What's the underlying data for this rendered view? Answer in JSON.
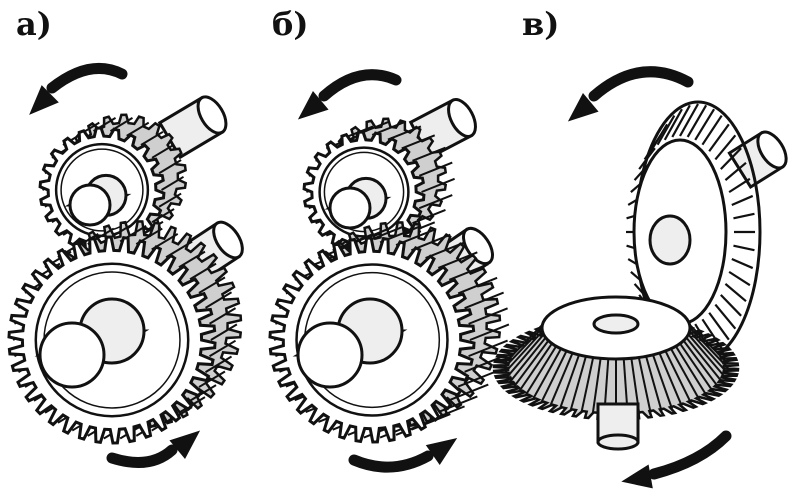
{
  "figure": {
    "panels": [
      {
        "id": "a",
        "label": "а)",
        "kind": "spur-gear-pair-external"
      },
      {
        "id": "b",
        "label": "б)",
        "kind": "helical-gear-pair"
      },
      {
        "id": "c",
        "label": "в)",
        "kind": "bevel-gear-pair"
      }
    ],
    "colors": {
      "ink": "#111111",
      "paper": "#ffffff",
      "shade": "#cfcfcf",
      "light": "#eeeeee"
    },
    "icons": [
      "rotation-arrow-icon",
      "shaft-icon",
      "gear-icon"
    ]
  }
}
